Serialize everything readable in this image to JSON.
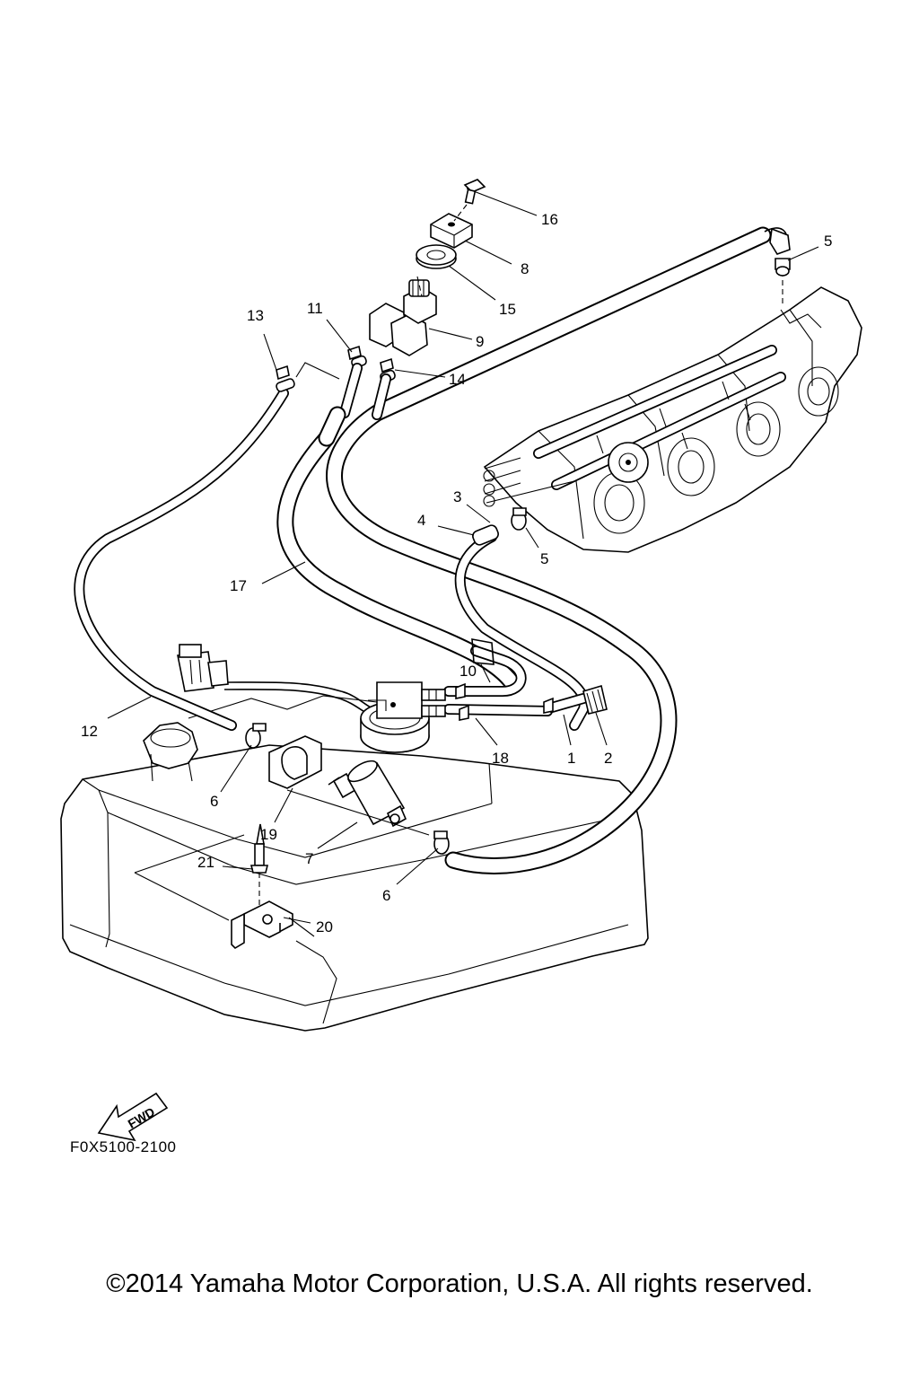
{
  "diagram": {
    "callouts": [
      {
        "key": "1",
        "label": "1"
      },
      {
        "key": "2",
        "label": "2"
      },
      {
        "key": "3",
        "label": "3"
      },
      {
        "key": "4",
        "label": "4"
      },
      {
        "key": "5a",
        "label": "5"
      },
      {
        "key": "5b",
        "label": "5"
      },
      {
        "key": "6a",
        "label": "6"
      },
      {
        "key": "6b",
        "label": "6"
      },
      {
        "key": "7",
        "label": "7"
      },
      {
        "key": "8",
        "label": "8"
      },
      {
        "key": "9",
        "label": "9"
      },
      {
        "key": "10",
        "label": "10"
      },
      {
        "key": "11",
        "label": "11"
      },
      {
        "key": "12",
        "label": "12"
      },
      {
        "key": "13",
        "label": "13"
      },
      {
        "key": "14",
        "label": "14"
      },
      {
        "key": "15",
        "label": "15"
      },
      {
        "key": "16",
        "label": "16"
      },
      {
        "key": "17",
        "label": "17"
      },
      {
        "key": "18",
        "label": "18"
      },
      {
        "key": "19",
        "label": "19"
      },
      {
        "key": "20",
        "label": "20"
      },
      {
        "key": "21",
        "label": "21"
      }
    ],
    "fwd_label": "FWD",
    "diagram_code": "F0X5100-2100"
  },
  "footer": {
    "copyright": "©2014 Yamaha Motor Corporation, U.S.A. All rights reserved."
  }
}
